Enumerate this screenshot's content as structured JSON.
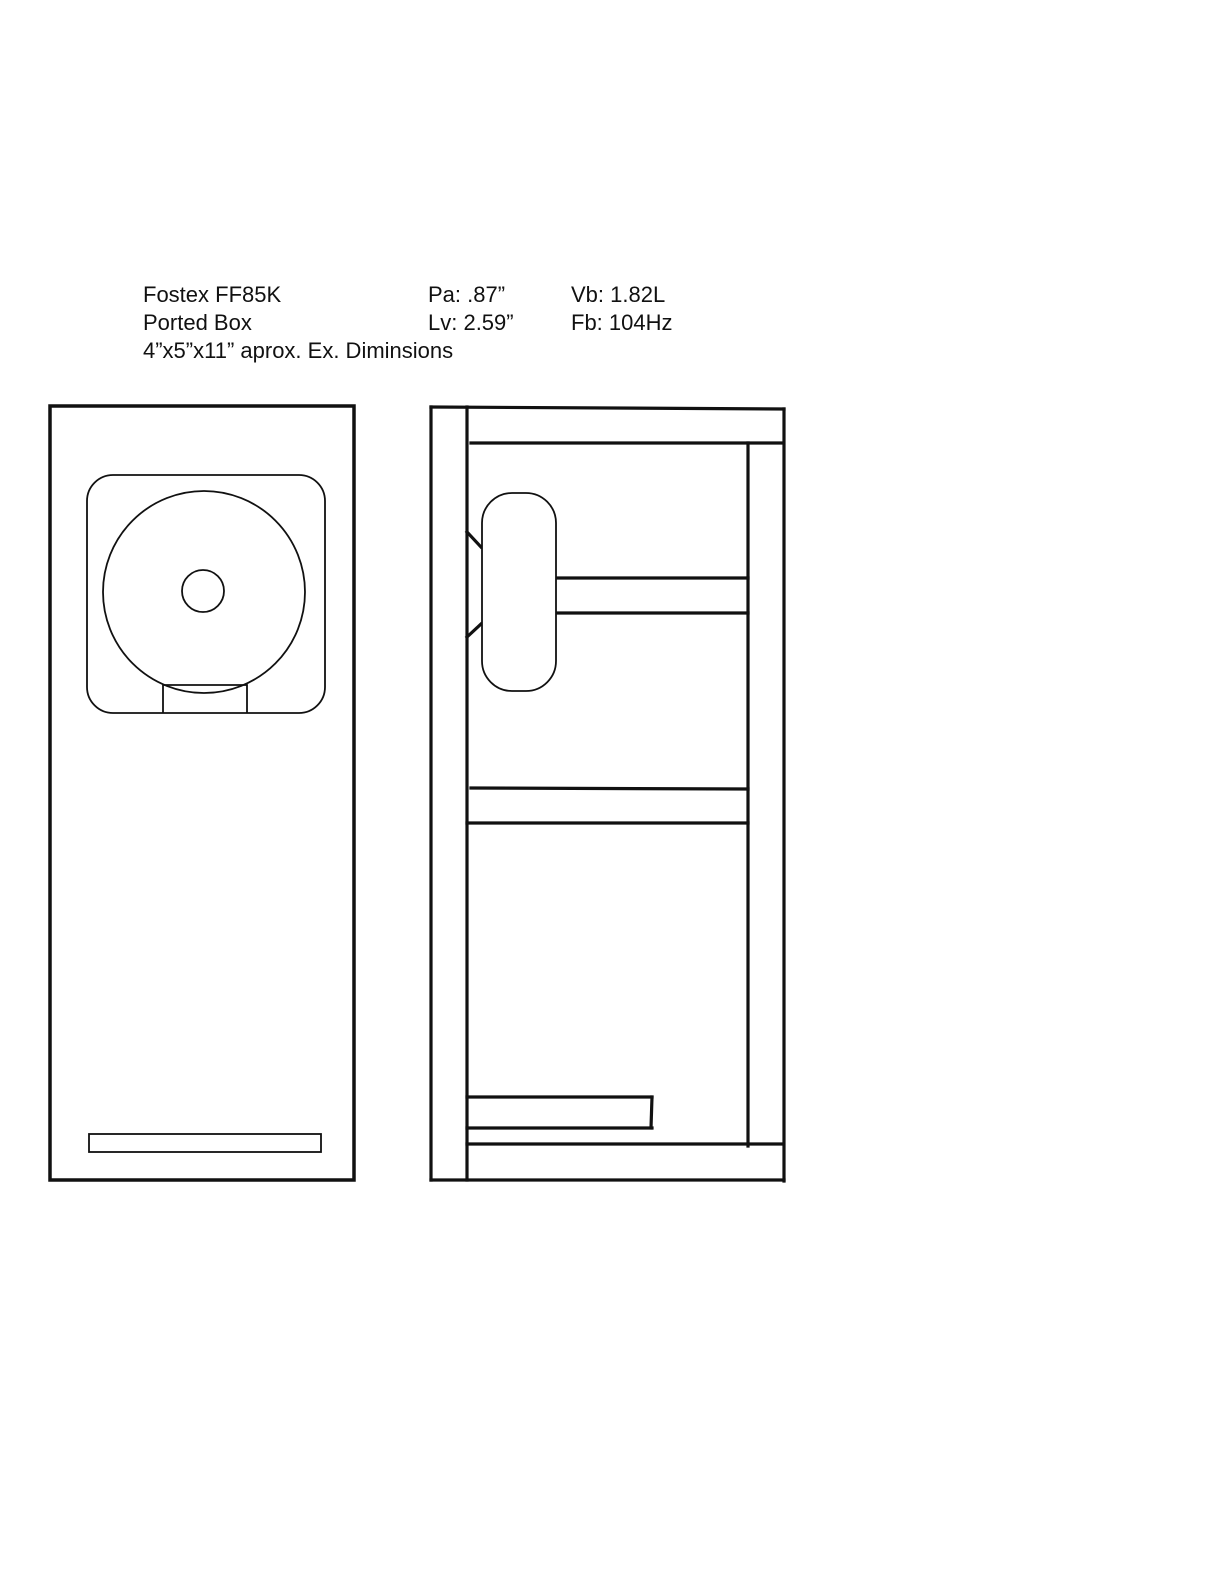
{
  "specs": {
    "driver": "Fostex FF85K",
    "box_type": "Ported Box",
    "dimensions": "4”x5”x11” aprox. Ex. Diminsions",
    "port_area": "Pa: .87”",
    "port_length": "Lv: 2.59”",
    "box_volume": "Vb: 1.82L",
    "tuning_freq": "Fb: 104Hz"
  },
  "colors": {
    "line": "#111111",
    "background": "#ffffff"
  }
}
